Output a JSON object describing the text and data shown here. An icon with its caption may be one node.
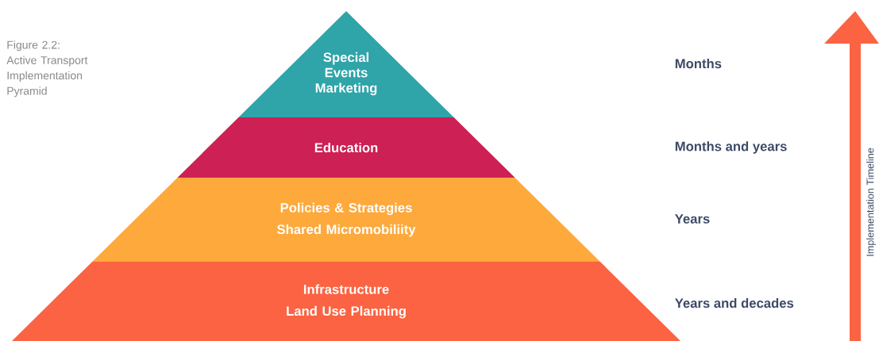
{
  "diagram": {
    "caption": "Figure 2.2: Active Transport Implementation Pyramid",
    "nodes": [
      {
        "text": [
          "Special Events Marketing"
        ]
      },
      {
        "text": [
          "Education"
        ]
      },
      {
        "text": [
          "Policies & Strategies",
          "Shared Micromobiliity"
        ]
      },
      {
        "text": [
          "Infrastructure",
          "Land Use Planning"
        ]
      }
    ],
    "labels": [
      "Months",
      "Months and years",
      "Years",
      "Years and decades",
      "Implementation Timeline"
    ]
  }
}
